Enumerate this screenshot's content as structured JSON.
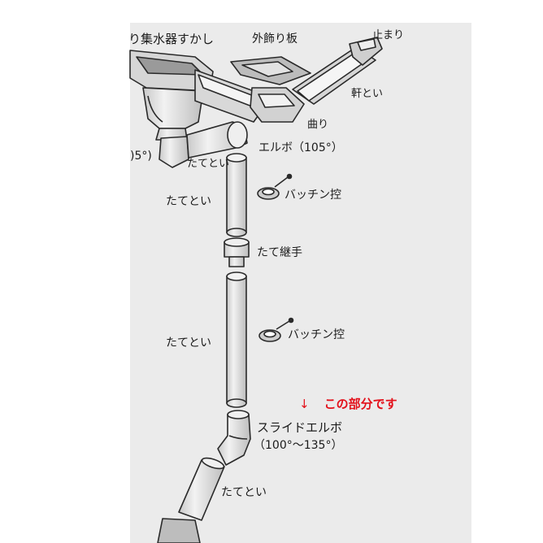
{
  "labels": {
    "strainer": "り集水器すかし",
    "outer_trim": "外飾り板",
    "stop_end": "止まり",
    "eaves_gutter": "軒とい",
    "corner": "曲り",
    "elbow": "エルボ（105°）",
    "partial_angle": ")5°)",
    "downpipe_small": "たてとい",
    "downpipe_1": "たてとい",
    "clamp_1": "バッチン控",
    "socket": "たて継手",
    "downpipe_2": "たてとい",
    "clamp_2": "バッチン控",
    "slide_elbow": "スライドエルボ",
    "slide_elbow_range": "（100°～135°）",
    "downpipe_3": "たてとい"
  },
  "annotation": {
    "arrow": "↓",
    "text": "この部分です",
    "color": "#e3101a"
  }
}
